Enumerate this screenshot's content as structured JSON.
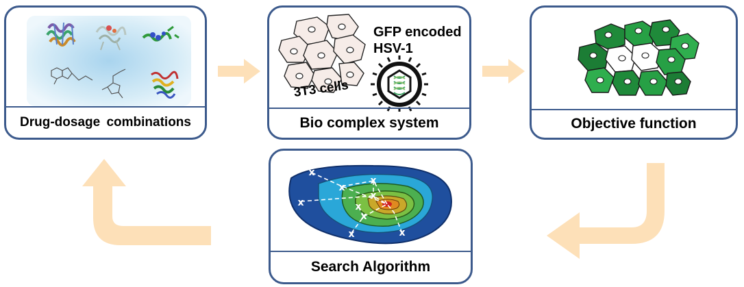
{
  "panels": {
    "drug": {
      "label": "Drug-dosage  combinations"
    },
    "bio": {
      "label": "Bio complex system",
      "cells_label": "3T3 cells",
      "virus_line1": "GFP encoded",
      "virus_line2": "HSV-1"
    },
    "objective": {
      "label": "Objective function"
    },
    "search": {
      "label": "Search Algorithm",
      "marker": "x"
    }
  },
  "colors": {
    "panel_border": "#3c5a8c",
    "arrow": "#fde0b8",
    "cell_fill": "#f6ece8",
    "gfp_green": "#1f8a3a"
  },
  "icons": [
    "arrow-right-icon",
    "arrow-down-left-icon",
    "arrow-up-icon",
    "protein-icon",
    "molecule-icon",
    "cell-icon",
    "virus-icon",
    "contour-map-icon"
  ]
}
